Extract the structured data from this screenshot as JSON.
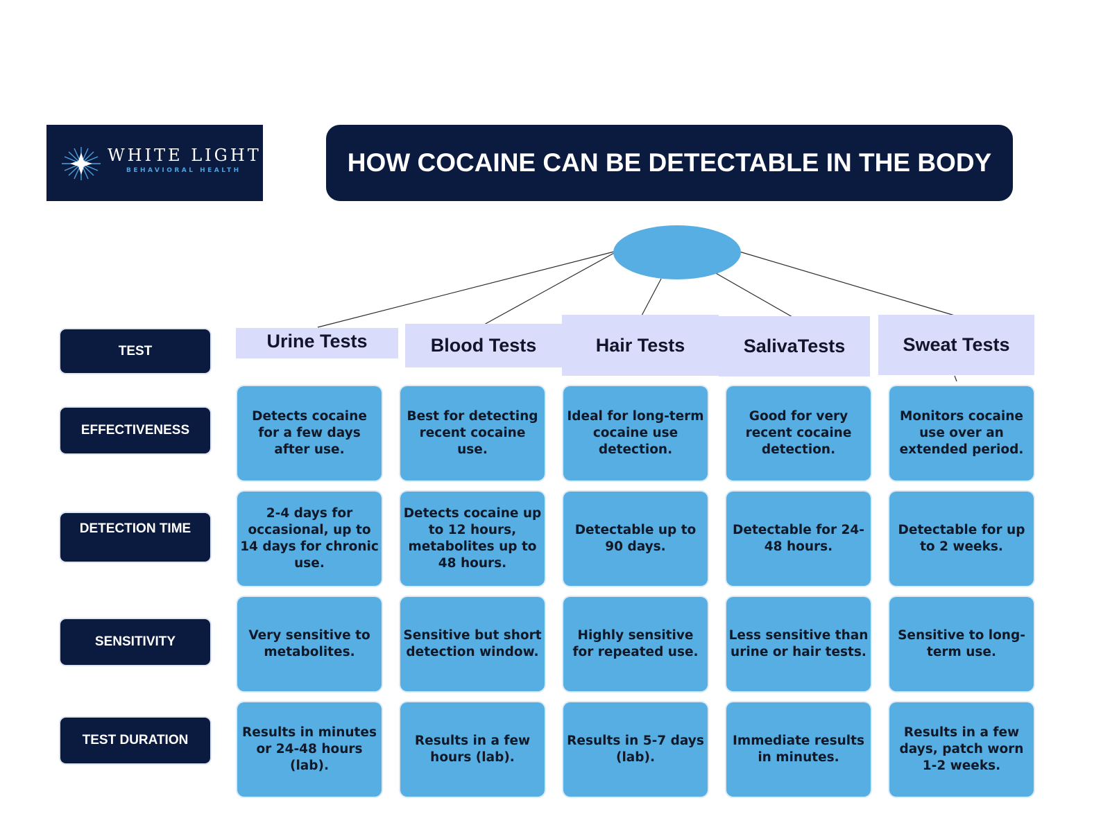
{
  "logo": {
    "name": "WHITE LIGHT",
    "tagline": "BEHAVIORAL HEALTH"
  },
  "title": "HOW COCAINE CAN BE DETECTABLE IN THE BODY",
  "row_labels": [
    "TEST",
    "EFFECTIVENESS",
    "DETECTION TIME",
    "SENSITIVITY",
    "TEST DURATION"
  ],
  "tests": [
    {
      "name": "Urine Tests",
      "effectiveness": "Detects cocaine for a few days after use.",
      "detection_time": "2-4 days for occasional, up to 14 days for chronic use.",
      "sensitivity": "Very sensitive to metabolites.",
      "test_duration": "Results in minutes or 24-48 hours (lab)."
    },
    {
      "name": "Blood Tests",
      "effectiveness": "Best for detecting recent cocaine use.",
      "detection_time": "Detects cocaine up to 12 hours, metabolites up to 48 hours.",
      "sensitivity": "Sensitive but short detection window.",
      "test_duration": "Results in a few hours (lab)."
    },
    {
      "name": "Hair Tests",
      "effectiveness": "Ideal for long-term cocaine use detection.",
      "detection_time": "Detectable up to 90 days.",
      "sensitivity": "Highly sensitive for repeated use.",
      "test_duration": "Results in 5-7 days (lab)."
    },
    {
      "name": "SalivaTests",
      "effectiveness": "Good for very recent cocaine detection.",
      "detection_time": "Detectable for 24-48 hours.",
      "sensitivity": "Less sensitive than urine or hair tests.",
      "test_duration": "Immediate results in minutes."
    },
    {
      "name": "Sweat Tests",
      "effectiveness": "Monitors cocaine use over an extended period.",
      "detection_time": "Detectable for up to 2 weeks.",
      "sensitivity": "Sensitive to long-term use.",
      "test_duration": "Results in a few days, patch worn 1-2 weeks."
    }
  ],
  "colors": {
    "navy": "#0b1b3f",
    "cell_blue": "#56aee2",
    "header_lavender": "#d9dcfb",
    "logo_accent": "#4aa3e0"
  }
}
